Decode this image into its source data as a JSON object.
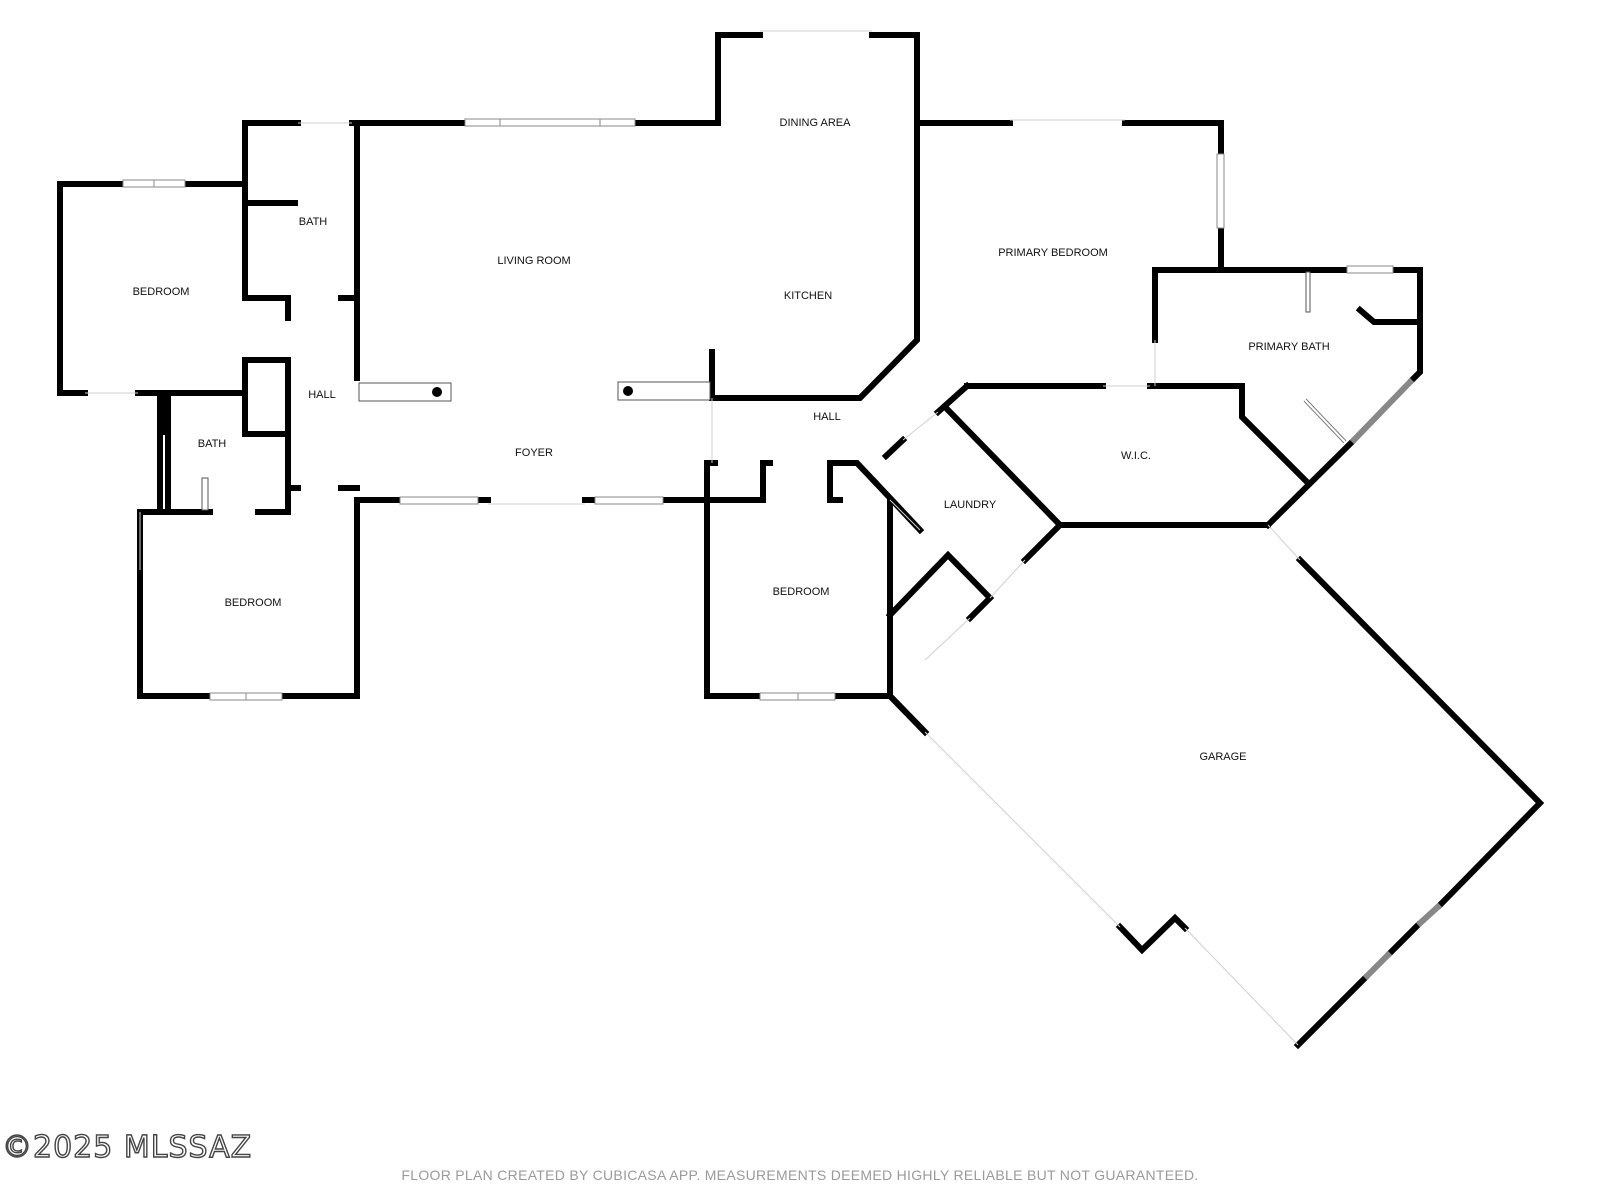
{
  "rooms": {
    "dining_area": "DINING AREA",
    "bath_top": "BATH",
    "living_room": "LIVING ROOM",
    "kitchen": "KITCHEN",
    "primary_bedroom": "PRIMARY BEDROOM",
    "bedroom_left": "BEDROOM",
    "primary_bath": "PRIMARY BATH",
    "hall_left": "HALL",
    "bath_lower": "BATH",
    "foyer": "FOYER",
    "hall_center": "HALL",
    "wic": "W.I.C.",
    "laundry": "LAUNDRY",
    "bedroom_lower_left": "BEDROOM",
    "bedroom_center": "BEDROOM",
    "garage": "GARAGE"
  },
  "watermark": "©2025 MLSSAZ",
  "footer_note": "FLOOR PLAN CREATED BY CUBICASA APP. MEASUREMENTS DEEMED HIGHLY RELIABLE BUT NOT GUARANTEED.",
  "colors": {
    "wall": "#000000",
    "background": "#ffffff",
    "footer_text": "#9a9a9a"
  }
}
